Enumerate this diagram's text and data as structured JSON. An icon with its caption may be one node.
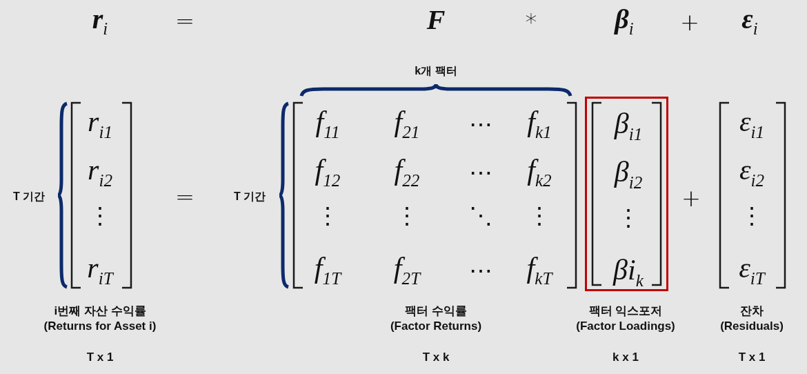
{
  "diagram": {
    "nodes": [
      {
        "text": [
          "β$_{i1}$",
          "β$_{i2}$",
          "⋮",
          "βi$_{k}$"
        ],
        "beside": [
          "팩터 익스포저 (Factor Loadings)",
          "k x 1"
        ]
      }
    ],
    "edges": [],
    "labels": [
      "r$_{i}$",
      "=",
      "F",
      "*",
      "β$_{i}$",
      "+",
      "ε$_{i}$",
      "k개 팩터",
      "T 기간",
      "r$_{i1}$",
      "r$_{i2}$",
      "⋮",
      "r$_{iT}$",
      "=",
      "T 기간",
      "f$_{11}$",
      "f$_{21}$",
      "⋯",
      "f$_{k1}$",
      "f$_{12}$",
      "f$_{22}$",
      "⋯",
      "f$_{k2}$",
      "⋮",
      "⋮",
      "⋱",
      "⋮",
      "f$_{1T}$",
      "f$_{2T}$",
      "⋯",
      "f$_{kT}$",
      "+",
      "ε$_{i1}$",
      "ε$_{i2}$",
      "⋮",
      "ε$_{iT}$",
      "i번째 자산 수익률 (Returns for Asset i)",
      "T x 1",
      "팩터 수익률 (Factor Returns)",
      "T x k",
      "잔차 (Residuals)",
      "T x 1"
    ]
  }
}
